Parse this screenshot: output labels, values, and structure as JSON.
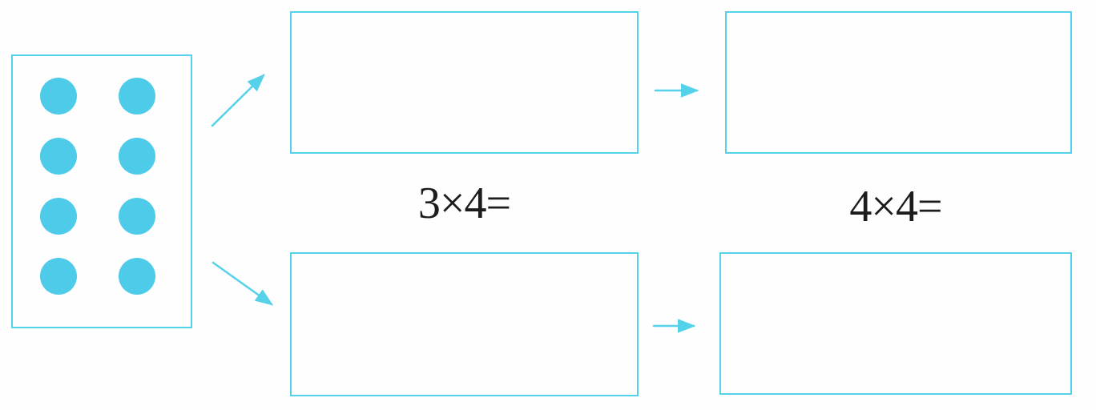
{
  "expressions": {
    "middle": "3×4=",
    "right": "4×4="
  },
  "dots": {
    "count": 8,
    "rows": 4,
    "columns": 2
  },
  "colors": {
    "line": "#55d1e9",
    "dot": "#4dcbe9",
    "text": "#1c1c1c",
    "paper": "#fefefe"
  }
}
